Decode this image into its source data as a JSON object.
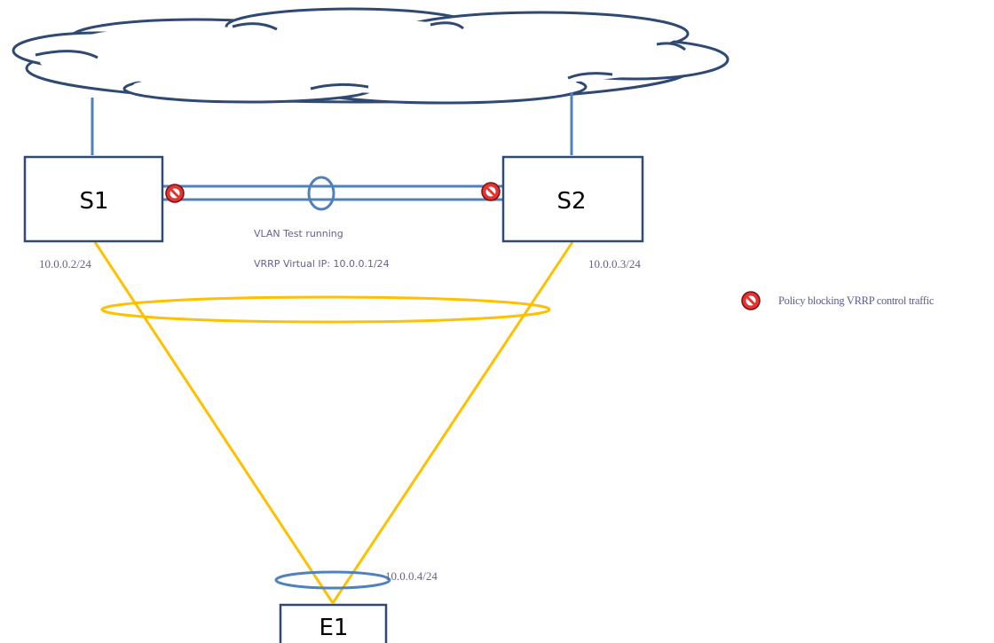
{
  "colors": {
    "outline": "#2e4a72",
    "link": "#4f81bd",
    "lag": "#ffc000",
    "block_red": "#e3342f",
    "label": "#6a5e8e"
  },
  "nodes": {
    "s1": {
      "label": "S1",
      "ip": "10.0.0.2/24"
    },
    "s2": {
      "label": "S2",
      "ip": "10.0.0.3/24"
    },
    "e1": {
      "label": "E1",
      "ip": "10.0.0.4/24"
    }
  },
  "interlink": {
    "vlan_text": "VLAN Test running",
    "vrrp_text": "VRRP Virtual IP: 10.0.0.1/24"
  },
  "legend": {
    "icon": "no-entry-icon",
    "text": "Policy blocking VRRP control traffic"
  }
}
